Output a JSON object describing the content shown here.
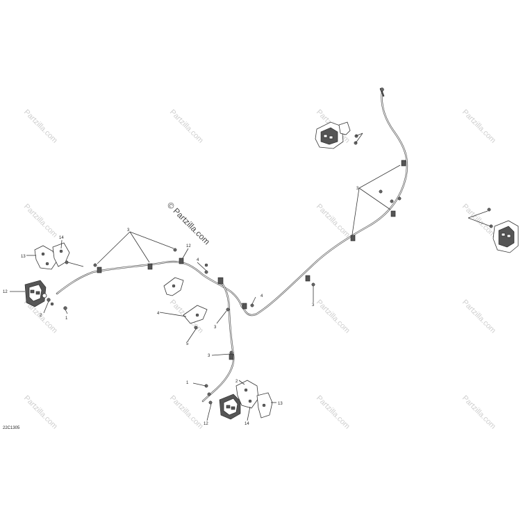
{
  "diagram": {
    "code_label": "22C1305",
    "watermark_text": "Partzilla.com",
    "watermark_main": "© Partzilla.com",
    "callouts": {
      "c1": "1",
      "c2": "2",
      "c3": "3",
      "c4": "4",
      "c5": "5",
      "c12": "12",
      "c13": "13",
      "c14": "14"
    },
    "colors": {
      "line": "#333333",
      "watermark": "#cfcfcf",
      "background": "#ffffff"
    }
  }
}
